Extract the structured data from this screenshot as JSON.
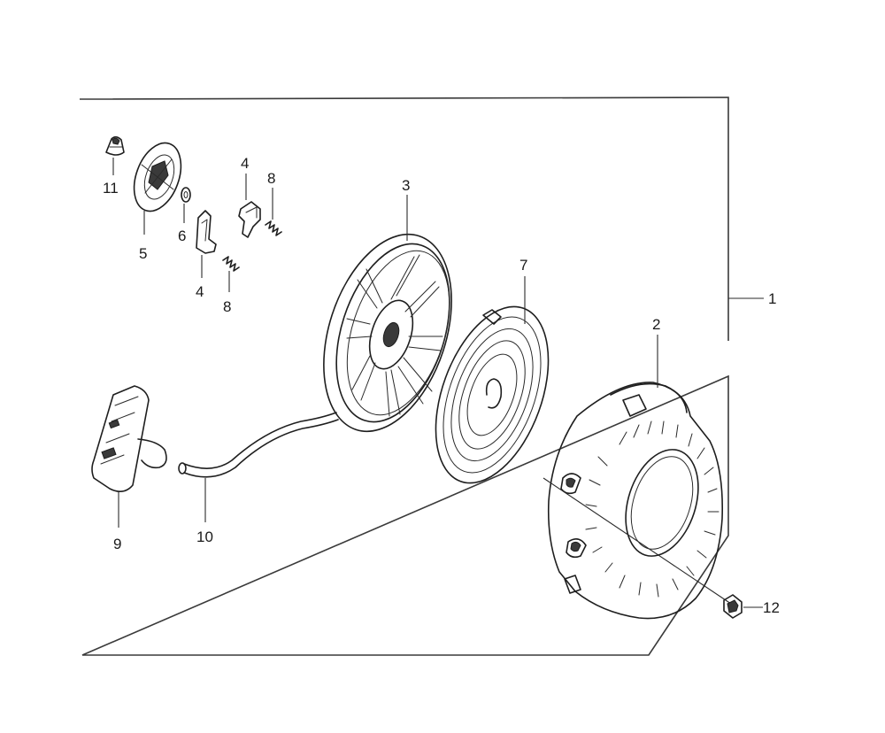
{
  "labels": {
    "p1": "1",
    "p2": "2",
    "p3": "3",
    "p4a": "4",
    "p4b": "4",
    "p5": "5",
    "p6": "6",
    "p7": "7",
    "p8a": "8",
    "p8b": "8",
    "p9": "9",
    "p10": "10",
    "p11": "11",
    "p12": "12"
  }
}
